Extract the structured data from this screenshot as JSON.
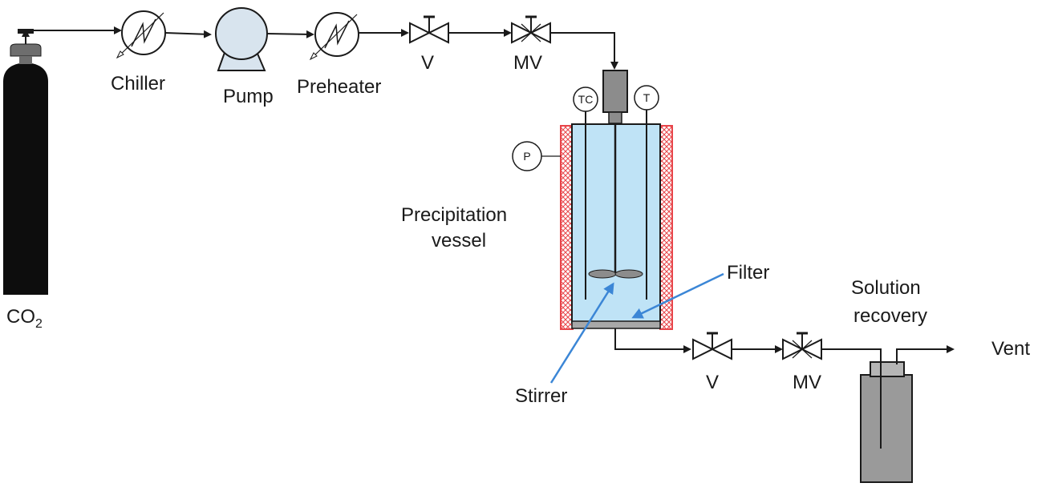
{
  "labels": {
    "co2_main": "CO",
    "co2_sub": "2",
    "chiller": "Chiller",
    "pump": "Pump",
    "preheater": "Preheater",
    "valve_1": "V",
    "metering_valve_1": "MV",
    "valve_2": "V",
    "metering_valve_2": "MV",
    "vessel_line1": "Precipitation",
    "vessel_line2": "vessel",
    "filter": "Filter",
    "stirrer": "Stirrer",
    "recovery_line1": "Solution",
    "recovery_line2": "recovery",
    "vent": "Vent"
  },
  "gauges": {
    "tc": "TC",
    "t": "T",
    "p": "P"
  },
  "colors": {
    "line": "#1a1a1a",
    "cylinder": "#0d0d0d",
    "cylinder_cap": "#6e6e6e",
    "pump_fill": "#d8e4ee",
    "vessel_fill": "#bfe3f6",
    "heater_jacket": "#e8454a",
    "motor": "#8c8c8c",
    "annotation_arrow": "#3b86d6",
    "recovery_fill": "#9a9a9a"
  }
}
